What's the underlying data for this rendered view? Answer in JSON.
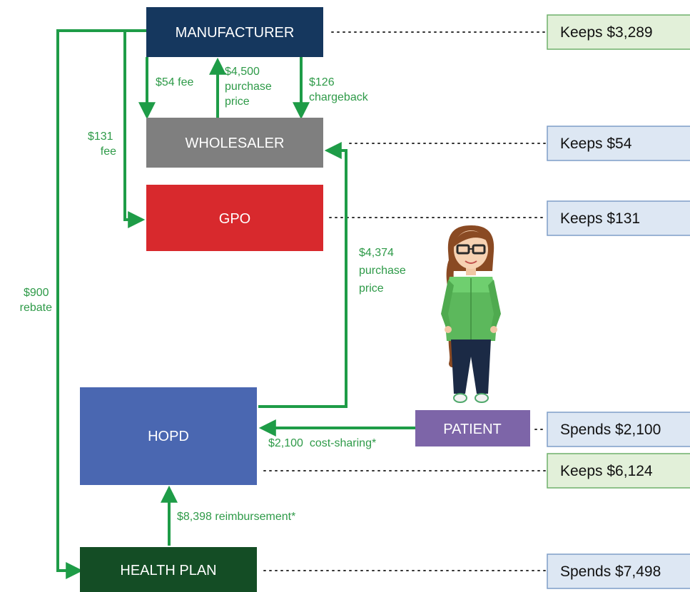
{
  "colors": {
    "manufacturer": "#15375e",
    "wholesaler": "#7f7f7f",
    "gpo": "#d8292d",
    "hopd": "#4a67b1",
    "health_plan": "#144d25",
    "patient": "#7d65a8",
    "flow_green": "#1e9c47",
    "keeps_green_bg": "#e2f0d9",
    "keeps_green_border": "#6fb06b",
    "keeps_blue_bg": "#dde7f3",
    "keeps_blue_border": "#7f9dc8"
  },
  "entities": {
    "manufacturer": "MANUFACTURER",
    "wholesaler": "WHOLESALER",
    "gpo": "GPO",
    "hopd": "HOPD",
    "health_plan": "HEALTH PLAN",
    "patient": "PATIENT"
  },
  "flows": {
    "fee_54": "$54 fee",
    "purchase_4500": [
      "$4,500",
      "purchase",
      "price"
    ],
    "chargeback_126": [
      "$126",
      "chargeback"
    ],
    "fee_131": [
      "$131",
      "fee"
    ],
    "rebate_900": [
      "$900",
      "rebate"
    ],
    "purchase_4374": [
      "$4,374",
      "purchase",
      "price"
    ],
    "cost_sharing": "$2,100  cost-sharing*",
    "reimbursement": "$8,398 reimbursement*"
  },
  "outcomes": {
    "manufacturer": "Keeps $3,289",
    "wholesaler": "Keeps $54",
    "gpo": "Keeps $131",
    "patient": "Spends $2,100",
    "hopd": "Keeps $6,124",
    "health_plan": "Spends $7,498"
  },
  "illustration": "patient-woman-illustration"
}
